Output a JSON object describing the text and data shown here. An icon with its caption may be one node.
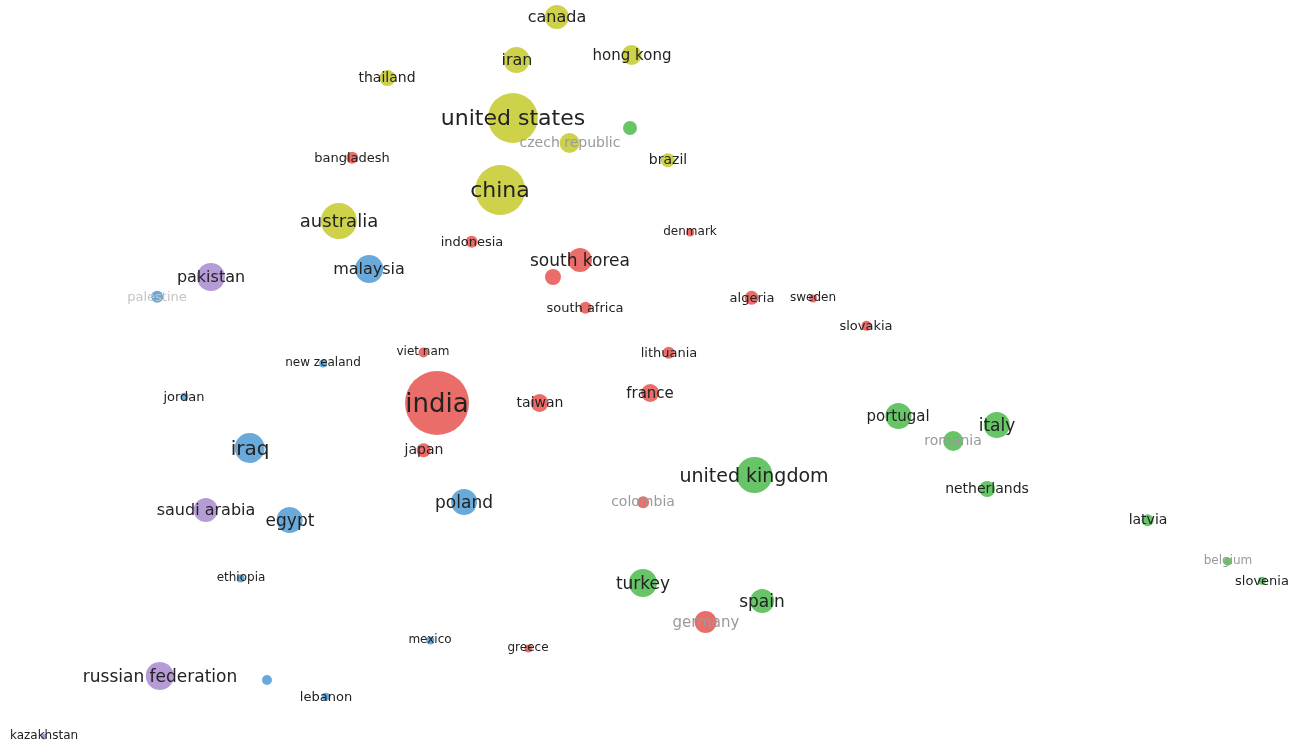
{
  "diagram": {
    "nodes": [
      {
        "text": [
          "canada"
        ]
      },
      {
        "text": [
          "iran"
        ]
      },
      {
        "text": [
          "hong kong"
        ]
      },
      {
        "text": [
          "thailand"
        ]
      },
      {
        "text": [
          "united states"
        ]
      },
      {
        "text": [
          "czech republic"
        ]
      },
      {
        "text": [],
        "shape": "circle"
      },
      {
        "text": [
          "brazil"
        ]
      },
      {
        "text": [
          "bangladesh"
        ]
      },
      {
        "text": [
          "china"
        ]
      },
      {
        "text": [
          "australia"
        ]
      },
      {
        "text": [
          "indonesia"
        ]
      },
      {
        "text": [
          "denmark"
        ]
      },
      {
        "text": [
          "south korea"
        ]
      },
      {
        "text": [],
        "shape": "circle"
      },
      {
        "text": [
          "malaysia"
        ]
      },
      {
        "text": [
          "pakistan"
        ]
      },
      {
        "text": [
          "palestine"
        ]
      },
      {
        "text": [
          "south africa"
        ]
      },
      {
        "text": [
          "algeria"
        ]
      },
      {
        "text": [
          "sweden"
        ]
      },
      {
        "text": [
          "slovakia"
        ]
      },
      {
        "text": [
          "viet nam"
        ]
      },
      {
        "text": [
          "new zealand"
        ]
      },
      {
        "text": [
          "lithuania"
        ]
      },
      {
        "text": [
          "jordan"
        ]
      },
      {
        "text": [
          "india"
        ]
      },
      {
        "text": [
          "taiwan"
        ]
      },
      {
        "text": [
          "france"
        ]
      },
      {
        "text": [
          "portugal"
        ]
      },
      {
        "text": [
          "italy"
        ]
      },
      {
        "text": [
          "romania"
        ]
      },
      {
        "text": [
          "iraq"
        ]
      },
      {
        "text": [
          "japan"
        ]
      },
      {
        "text": [
          "united kingdom"
        ]
      },
      {
        "text": [
          "netherlands"
        ]
      },
      {
        "text": [
          "colombia"
        ]
      },
      {
        "text": [
          "poland"
        ]
      },
      {
        "text": [
          "saudi arabia"
        ]
      },
      {
        "text": [
          "egypt"
        ]
      },
      {
        "text": [
          "latvia"
        ]
      },
      {
        "text": [
          "belgium"
        ]
      },
      {
        "text": [
          "slovenia"
        ]
      },
      {
        "text": [
          "ethiopia"
        ]
      },
      {
        "text": [
          "turkey"
        ]
      },
      {
        "text": [
          "spain"
        ]
      },
      {
        "text": [
          "germany"
        ]
      },
      {
        "text": [
          "mexico"
        ]
      },
      {
        "text": [
          "greece"
        ]
      },
      {
        "text": [
          "russian federation"
        ]
      },
      {
        "text": [],
        "shape": "circle"
      },
      {
        "text": [
          "lebanon"
        ]
      },
      {
        "text": [
          "kazakhstan"
        ]
      }
    ]
  }
}
